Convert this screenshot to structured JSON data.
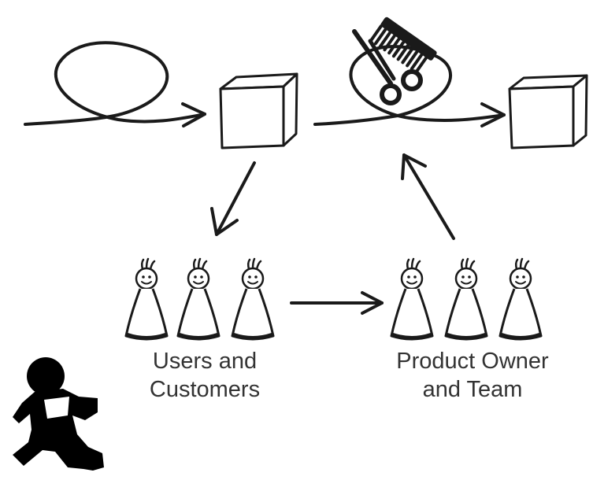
{
  "labels": {
    "users_line1": "Users and",
    "users_line2": "Customers",
    "team_line1": "Product Owner",
    "team_line2": "and Team"
  },
  "icons": {
    "left_loop": "loop-arrow-icon",
    "right_loop": "loop-arrow-icon",
    "left_box": "cube-icon",
    "right_box": "cube-icon",
    "tools": "comb-and-scissors-icon",
    "person": "stick-person-icon",
    "runner": "running-person-icon"
  },
  "colors": {
    "ink": "#1a1a1a",
    "text": "#333333",
    "background": "#ffffff"
  }
}
